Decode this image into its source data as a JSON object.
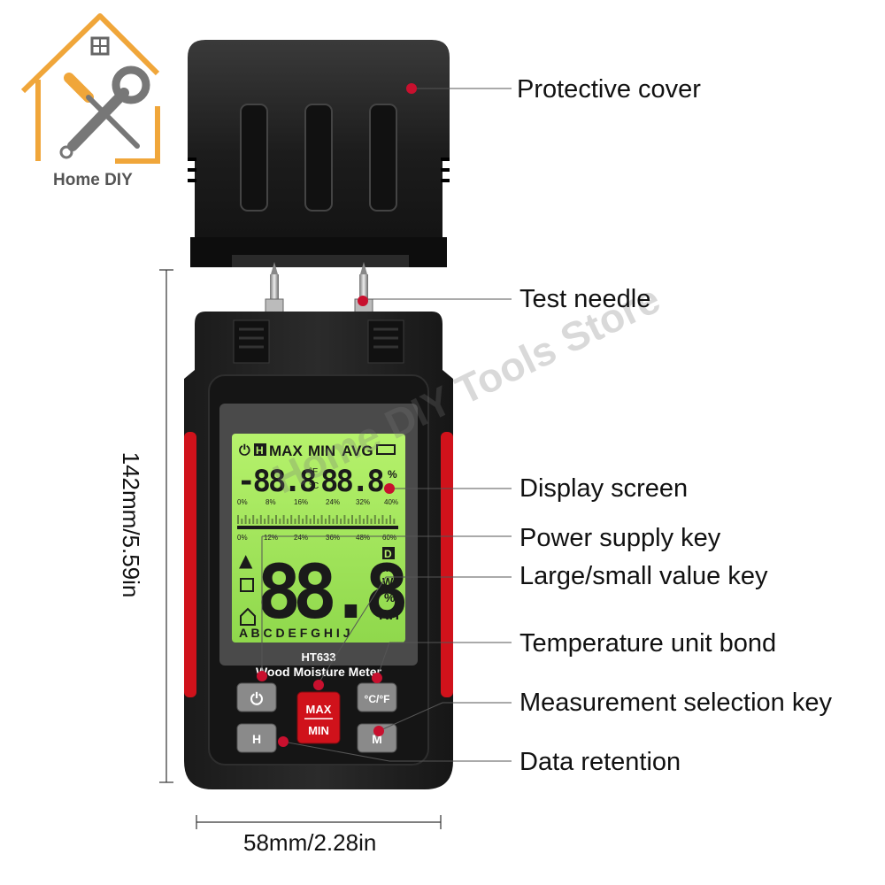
{
  "brand": {
    "name": "Home DIY",
    "logo_icon": "house-wrench-screwdriver-icon"
  },
  "watermark": "Home DIY Tools Store",
  "callouts": [
    {
      "id": "protective-cover",
      "label": "Protective cover"
    },
    {
      "id": "test-needle",
      "label": "Test needle"
    },
    {
      "id": "display-screen",
      "label": "Display screen"
    },
    {
      "id": "power-supply-key",
      "label": "Power supply key"
    },
    {
      "id": "large-small-value-key",
      "label": "Large/small value key"
    },
    {
      "id": "temperature-unit-bond",
      "label": "Temperature unit bond"
    },
    {
      "id": "measurement-selection-key",
      "label": "Measurement selection key"
    },
    {
      "id": "data-retention",
      "label": "Data retention"
    }
  ],
  "dimensions": {
    "height": "142mm/5.59in",
    "width": "58mm/2.28in"
  },
  "device": {
    "model": "HT633",
    "name": "Wood Moisture Meter",
    "lcd": {
      "indicators": [
        "MAX",
        "MIN",
        "AVG"
      ],
      "top_reading": "-88.8",
      "top_reading_2": "88.8",
      "scale_1": [
        "0%",
        "8%",
        "16%",
        "24%",
        "32%",
        "40%"
      ],
      "scale_2": [
        "0%",
        "12%",
        "24%",
        "36%",
        "48%",
        "60%"
      ],
      "big_reading": "88.8",
      "unit_percent": "%",
      "unit_rh": "RH",
      "mode_letters": [
        "D",
        "M",
        "W"
      ],
      "wood_groups": "A B C D E F G H I J"
    },
    "buttons": {
      "power": "⏻",
      "max": "MAX",
      "min": "MIN",
      "temp_unit": "°C/°F",
      "hold": "H",
      "mode": "M"
    },
    "colors": {
      "body": "#1e1e1e",
      "accent": "#d0121b",
      "lcd": "#9fe65a"
    }
  }
}
